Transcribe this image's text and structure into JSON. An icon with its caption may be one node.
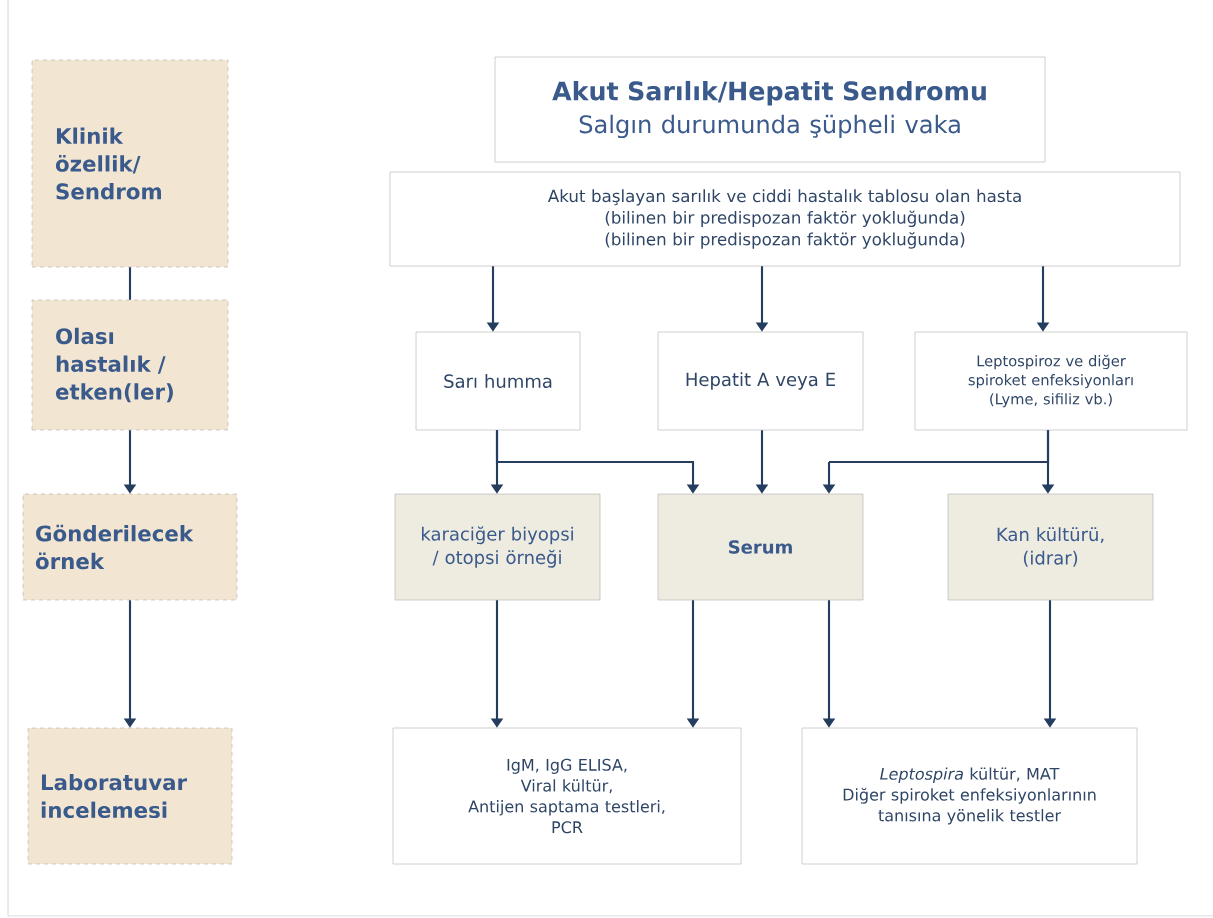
{
  "diagram": {
    "nodes": [
      {
        "text": [
          "Klinik özellik/ Sendrom"
        ]
      },
      {
        "text": [
          "Olası hastalık / etken(ler)"
        ]
      },
      {
        "text": [
          "Gönderilecek örnek"
        ]
      },
      {
        "text": [
          "Laboratuvar incelemesi"
        ]
      },
      {
        "text": [
          "Akut Sarılık/Hepatit Sendromu",
          "Salgın durumunda şüpheli vaka"
        ]
      },
      {
        "text": [
          "Akut başlayan sarılık ve ciddi hastalık tablosu olan hasta",
          "(bilinen bir predispozan faktör yokluğunda)",
          "(bilinen bir predispozan faktör yokluğunda)"
        ]
      },
      {
        "text": [
          "Sarı humma"
        ]
      },
      {
        "text": [
          "Hepatit A veya E"
        ]
      },
      {
        "text": [
          "Leptospiroz ve diğer spiroket enfeksiyonları",
          "(Lyme, sifiliz vb.)"
        ]
      },
      {
        "text": [
          "karaciğer biyopsi / otopsi örneği"
        ]
      },
      {
        "text": [
          "Serum"
        ]
      },
      {
        "text": [
          "Kan kültürü, (idrar)"
        ]
      },
      {
        "text": [
          "IgM, IgG ELISA,",
          "Viral kültür,",
          "Antijen saptama testleri,",
          "PCR"
        ]
      },
      {
        "text": [
          "*Leptospira* kültür, MAT",
          "Diğer spiroket enfeksiyonlarının tanısına yönelik testler"
        ]
      }
    ],
    "edges": [
      {
        "from": 0,
        "to": 1,
        "arrow": "none"
      },
      {
        "from": 1,
        "to": 2,
        "arrow": "to"
      },
      {
        "from": 2,
        "to": 3,
        "arrow": "to"
      },
      {
        "from": 5,
        "to": 6,
        "arrow": "to"
      },
      {
        "from": 5,
        "to": 7,
        "arrow": "to"
      },
      {
        "from": 5,
        "to": 8,
        "arrow": "to"
      },
      {
        "from": 6,
        "to": 9,
        "arrow": "to"
      },
      {
        "from": 6,
        "to": 10,
        "arrow": "to"
      },
      {
        "from": 7,
        "to": 10,
        "arrow": "to"
      },
      {
        "from": 8,
        "to": 10,
        "arrow": "to"
      },
      {
        "from": 8,
        "to": 11,
        "arrow": "to"
      },
      {
        "from": 9,
        "to": 12,
        "arrow": "to"
      },
      {
        "from": 10,
        "to": 12,
        "arrow": "to"
      },
      {
        "from": 10,
        "to": 13,
        "arrow": "to"
      },
      {
        "from": 11,
        "to": 13,
        "arrow": "to"
      }
    ]
  }
}
